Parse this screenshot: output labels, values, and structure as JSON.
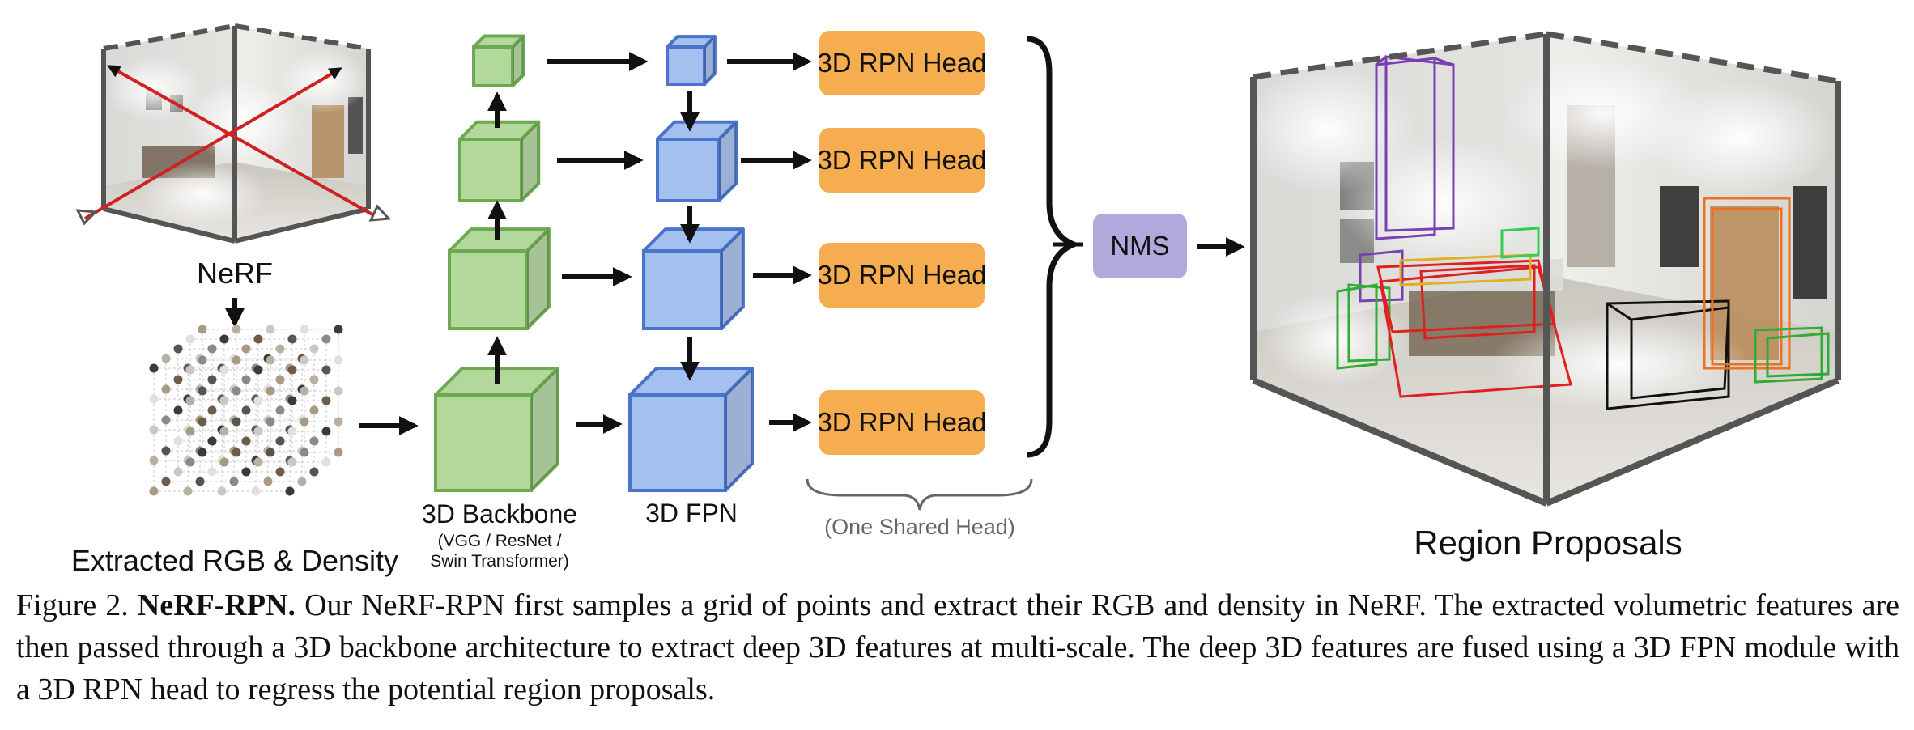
{
  "labels": {
    "nerf": "NeRF",
    "extracted": "Extracted RGB & Density",
    "backbone": "3D Backbone",
    "backbone_sub1": "(VGG / ResNet /",
    "backbone_sub2": "Swin Transformer)",
    "fpn": "3D FPN",
    "head": "3D RPN Head",
    "shared": "(One Shared Head)",
    "nms": "NMS",
    "region": "Region Proposals"
  },
  "caption": {
    "prefix": "Figure 2.",
    "title": "NeRF-RPN.",
    "body": "Our NeRF-RPN first samples a grid of points and extract their RGB and density in NeRF. The extracted volumetric features are then passed through a 3D backbone architecture to extract deep 3D features at multi-scale. The deep 3D features are fused using a 3D FPN module with a 3D RPN head to regress the potential region proposals."
  },
  "colors": {
    "backbone_fill": "#b3d89c",
    "backbone_stroke": "#6ea852",
    "fpn_fill": "#a4c0ef",
    "fpn_stroke": "#4a74c9",
    "head_fill": "#f5ad4f",
    "nms_fill": "#b3a8dc",
    "bbox_red": "#e02020",
    "bbox_green": "#33aa33",
    "bbox_purple": "#7a3fb0",
    "bbox_orange": "#f07020",
    "bbox_black": "#111111"
  }
}
